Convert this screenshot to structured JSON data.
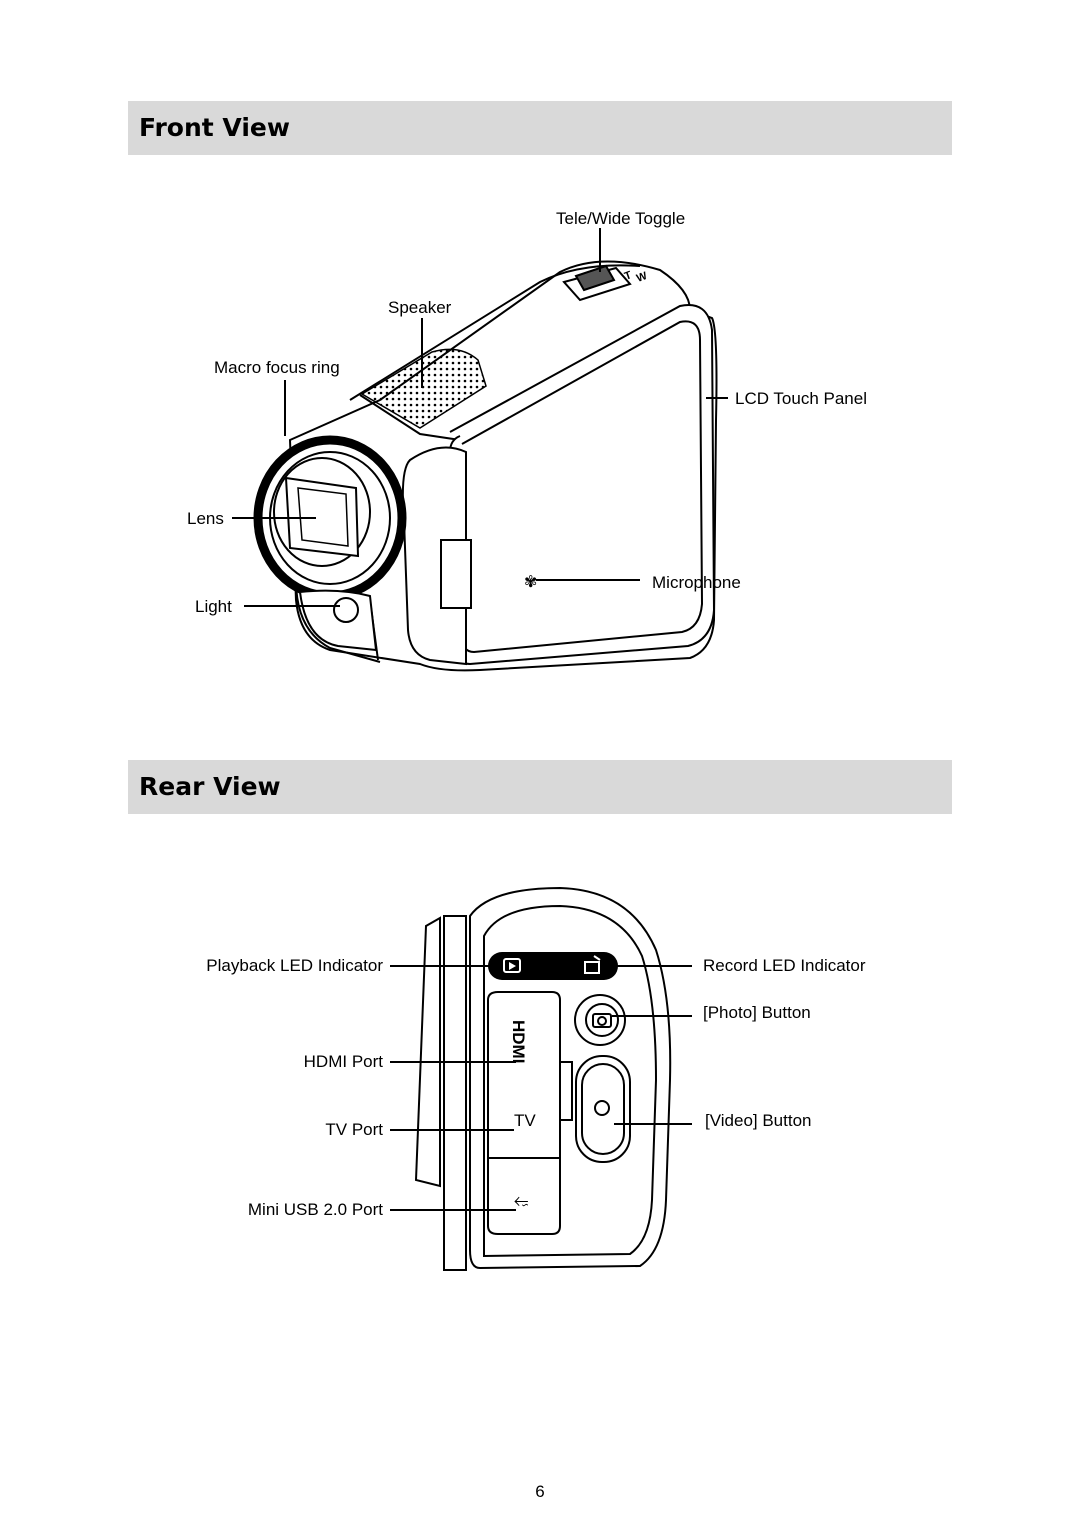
{
  "front": {
    "title": "Front View",
    "labels": {
      "tele_wide": "Tele/Wide Toggle",
      "speaker": "Speaker",
      "macro": "Macro focus ring",
      "lcd": "LCD Touch Panel",
      "lens": "Lens",
      "microphone": "Microphone",
      "light": "Light"
    }
  },
  "rear": {
    "title": "Rear View",
    "labels": {
      "playback_led": "Playback LED Indicator",
      "record_led": "Record LED Indicator",
      "photo_button": "[Photo] Button",
      "hdmi_port": "HDMI Port",
      "tv_port": "TV Port",
      "video_button": "[Video] Button",
      "usb_port": "Mini USB 2.0 Port"
    },
    "port_markings": {
      "hdmi": "HDMI",
      "tv": "TV"
    }
  },
  "page_number": "6"
}
